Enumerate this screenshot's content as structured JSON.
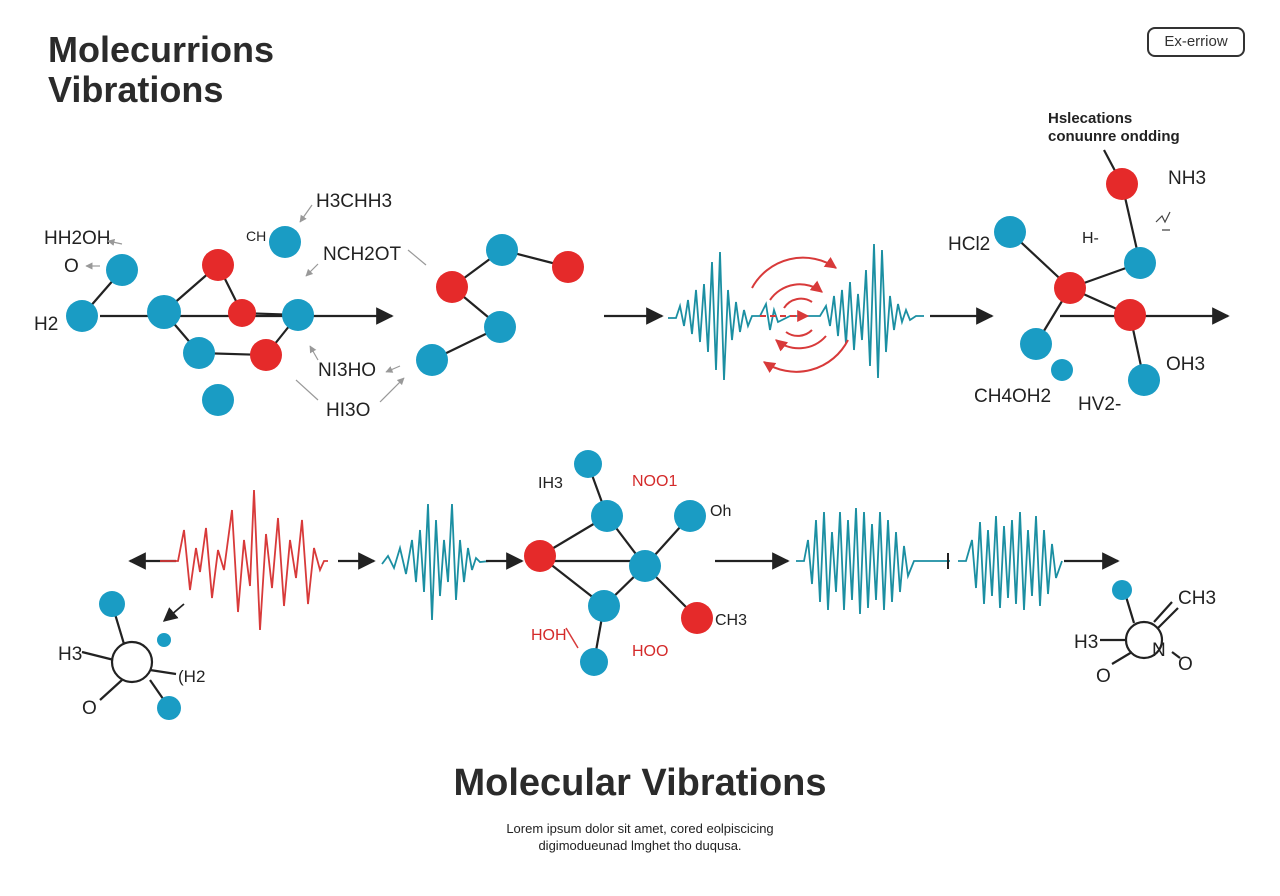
{
  "header": {
    "title_line1": "Molecurrions",
    "title_line2": "Vibrations",
    "button_label": "Ex-erriow"
  },
  "side_note": {
    "line1": "Hslecations",
    "line2": "conuunre ondding"
  },
  "labels": {
    "h2oh": "HH2OH",
    "o_left": "O",
    "h2_left": "H2",
    "ch": "CH",
    "h3chh3": "H3CHH3",
    "nch2ot": "NCH2OT",
    "nh3ho": "NI3HO",
    "hi3o": "HI3O",
    "nh3_right": "NH3",
    "hcl2": "HCl2",
    "h_dash": "H-",
    "ch4oh2": "CH4OH2",
    "hv2": "HV2-",
    "oh3": "OH3",
    "ih3": "IH3",
    "noo1": "NOO1",
    "oh_small": "Oh",
    "hoh": "HOH",
    "hoo": "HOO",
    "ch3_mid": "CH3",
    "h3_bl": "H3",
    "h2_bl": "(H2",
    "o_bl": "O",
    "ch3_br": "CH3",
    "h3_br": "H3",
    "n_br": "N",
    "o_br1": "O",
    "o_br2": "O"
  },
  "footer": {
    "title": "Molecular Vibrations",
    "caption_line1": "Lorem ipsum dolor sit amet, cored eolpiscicing",
    "caption_line2": "digimodueunad lmghet tho duqusa."
  },
  "colors": {
    "atom_blue": "#1a9cc4",
    "atom_red": "#e52a2a",
    "wave_teal": "#1b8fa2",
    "wave_red": "#d83a3a",
    "ink": "#222222"
  }
}
